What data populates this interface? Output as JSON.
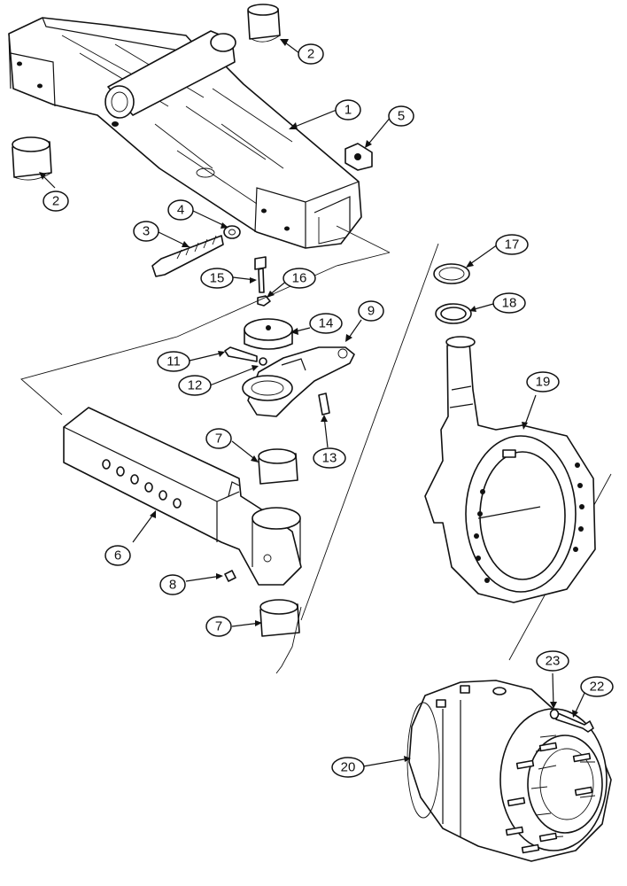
{
  "callouts": [
    {
      "id": "c1",
      "label": "1"
    },
    {
      "id": "c2a",
      "label": "2"
    },
    {
      "id": "c2b",
      "label": "2"
    },
    {
      "id": "c3",
      "label": "3"
    },
    {
      "id": "c4",
      "label": "4"
    },
    {
      "id": "c5",
      "label": "5"
    },
    {
      "id": "c6",
      "label": "6"
    },
    {
      "id": "c7a",
      "label": "7"
    },
    {
      "id": "c7b",
      "label": "7"
    },
    {
      "id": "c8",
      "label": "8"
    },
    {
      "id": "c9",
      "label": "9"
    },
    {
      "id": "c11",
      "label": "11"
    },
    {
      "id": "c12",
      "label": "12"
    },
    {
      "id": "c13",
      "label": "13"
    },
    {
      "id": "c14",
      "label": "14"
    },
    {
      "id": "c15",
      "label": "15"
    },
    {
      "id": "c16",
      "label": "16"
    },
    {
      "id": "c17",
      "label": "17"
    },
    {
      "id": "c18",
      "label": "18"
    },
    {
      "id": "c19",
      "label": "19"
    },
    {
      "id": "c20",
      "label": "20"
    },
    {
      "id": "c22",
      "label": "22"
    },
    {
      "id": "c23",
      "label": "23"
    }
  ]
}
